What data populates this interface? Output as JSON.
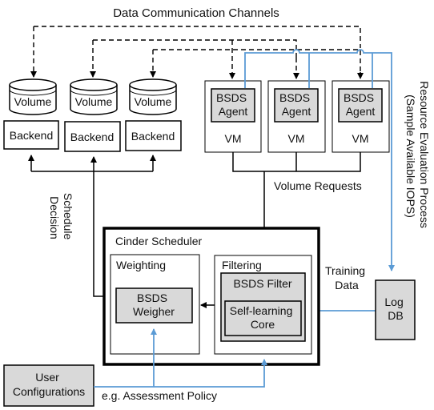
{
  "diagram": {
    "top_label": "Data Communication Channels",
    "volumes": [
      "Volume",
      "Volume",
      "Volume"
    ],
    "backends": [
      "Backend",
      "Backend",
      "Backend"
    ],
    "vms": [
      {
        "agent_line1": "BSDS",
        "agent_line2": "Agent",
        "label": "VM"
      },
      {
        "agent_line1": "BSDS",
        "agent_line2": "Agent",
        "label": "VM"
      },
      {
        "agent_line1": "BSDS",
        "agent_line2": "Agent",
        "label": "VM"
      }
    ],
    "volume_requests": "Volume Requests",
    "schedule_decision_line1": "Schedule",
    "schedule_decision_line2": "Decision",
    "resource_eval_line1": "Resource Evaluation Process",
    "resource_eval_line2": "(Sample Available IOPS)",
    "cinder_scheduler": "Cinder Scheduler",
    "weighting": "Weighting",
    "weigher_line1": "BSDS",
    "weigher_line2": "Weigher",
    "filtering": "Filtering",
    "bsds_filter": "BSDS Filter",
    "core_line1": "Self-learning",
    "core_line2": "Core",
    "training_line1": "Training",
    "training_line2": "Data",
    "logdb_line1": "Log",
    "logdb_line2": "DB",
    "user_config_line1": "User",
    "user_config_line2": "Configurations",
    "assessment_policy": "e.g. Assessment Policy",
    "colors": {
      "blue": "#5b9bd5",
      "gray_box": "#d9d9d9",
      "black": "#000000"
    }
  }
}
